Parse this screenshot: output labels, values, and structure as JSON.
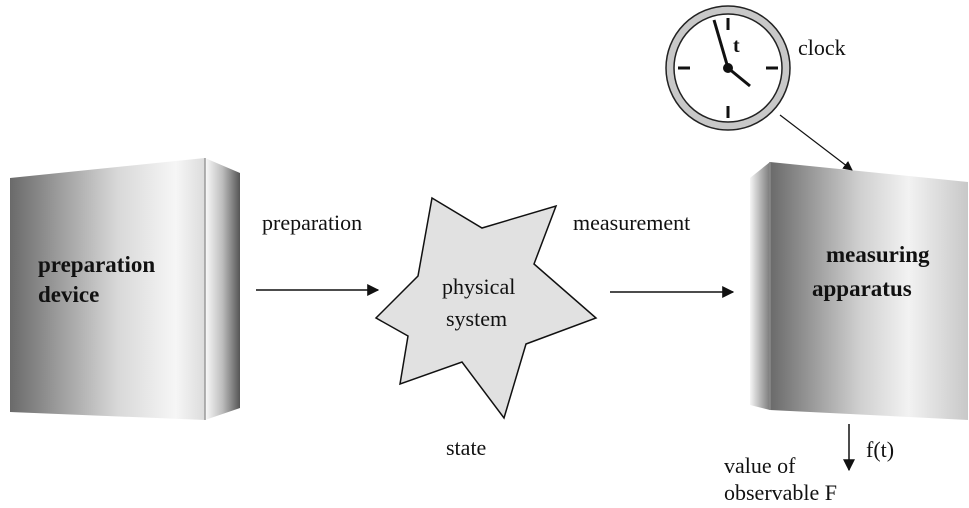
{
  "preparation_device": {
    "line1": "preparation",
    "line2": "device"
  },
  "preparation_label": "preparation",
  "physical_system": {
    "line1": "physical",
    "line2": "system"
  },
  "state_label": "state",
  "measurement_label": "measurement",
  "measuring_apparatus": {
    "line1": "measuring",
    "line2": "apparatus"
  },
  "clock": {
    "label": "clock",
    "hand_symbol": "t"
  },
  "output": {
    "symbol": "f(t)",
    "line1": "value of",
    "line2": "observable F"
  },
  "colors": {
    "box_dark": "#5a5a5a",
    "box_light": "#f4f4f4",
    "star_fill": "#e1e1e1",
    "clock_rim": "#c8c8c8",
    "ink": "#111111"
  }
}
